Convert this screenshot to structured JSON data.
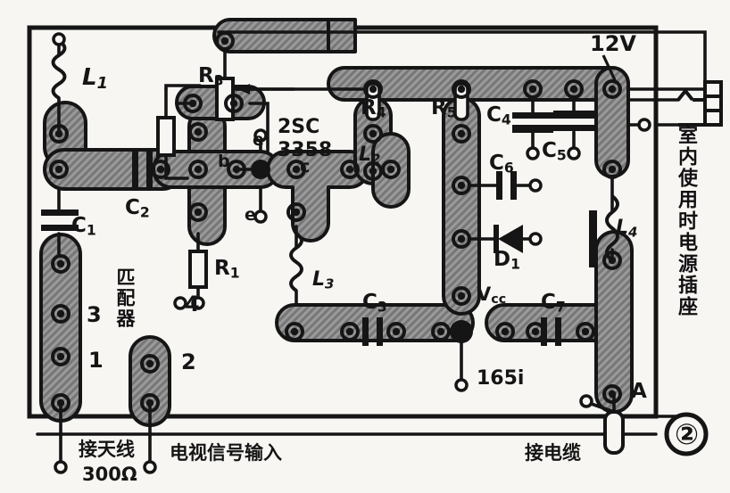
{
  "figure": {
    "number": "②",
    "kind": "pcb-wiring-diagram"
  },
  "components": {
    "inductors": [
      {
        "id": "L1",
        "label": "L",
        "sub": "1"
      },
      {
        "id": "L2",
        "label": "L",
        "sub": "2"
      },
      {
        "id": "L3",
        "label": "L",
        "sub": "3"
      },
      {
        "id": "L4",
        "label": "L",
        "sub": "4"
      }
    ],
    "capacitors": [
      {
        "id": "C1",
        "label": "C",
        "sub": "1"
      },
      {
        "id": "C2",
        "label": "C",
        "sub": "2"
      },
      {
        "id": "C3",
        "label": "C",
        "sub": "3"
      },
      {
        "id": "C4",
        "label": "C",
        "sub": "4"
      },
      {
        "id": "C5",
        "label": "C",
        "sub": "5"
      },
      {
        "id": "C6",
        "label": "C",
        "sub": "6"
      },
      {
        "id": "C7",
        "label": "C",
        "sub": "7"
      }
    ],
    "resistors": [
      {
        "id": "R1",
        "label": "R",
        "sub": "1"
      },
      {
        "id": "R3",
        "label": "R",
        "sub": "3"
      },
      {
        "id": "R4",
        "label": "R",
        "sub": "4"
      },
      {
        "id": "R5",
        "label": "R",
        "sub": "5"
      }
    ],
    "diodes": [
      {
        "id": "D1",
        "label": "D",
        "sub": "1"
      }
    ],
    "transistor": {
      "part_line1": "2SC",
      "part_line2": "3358",
      "pins": [
        "e",
        "b",
        "c",
        "e"
      ]
    }
  },
  "annotations": {
    "supply_voltage": "12V",
    "vcc": "Vcc",
    "vcc_main": "V",
    "vcc_sub": "cc",
    "node_165i": "165i",
    "point_a": "A",
    "matching_device": "匹配器",
    "pad_numbers": [
      "3",
      "1",
      "2",
      "4"
    ],
    "antenna_label_line1": "接天线",
    "antenna_label_line2": "300Ω",
    "tv_signal_input": "电视信号输入",
    "cable_connect": "接电缆",
    "indoor_outlet": "室内使用时电源插座"
  },
  "colors": {
    "ink": "#151515",
    "copper_fill": "#8d8d8d",
    "background": "#f7f6f3",
    "pad_ring": "#1a1a1a"
  }
}
